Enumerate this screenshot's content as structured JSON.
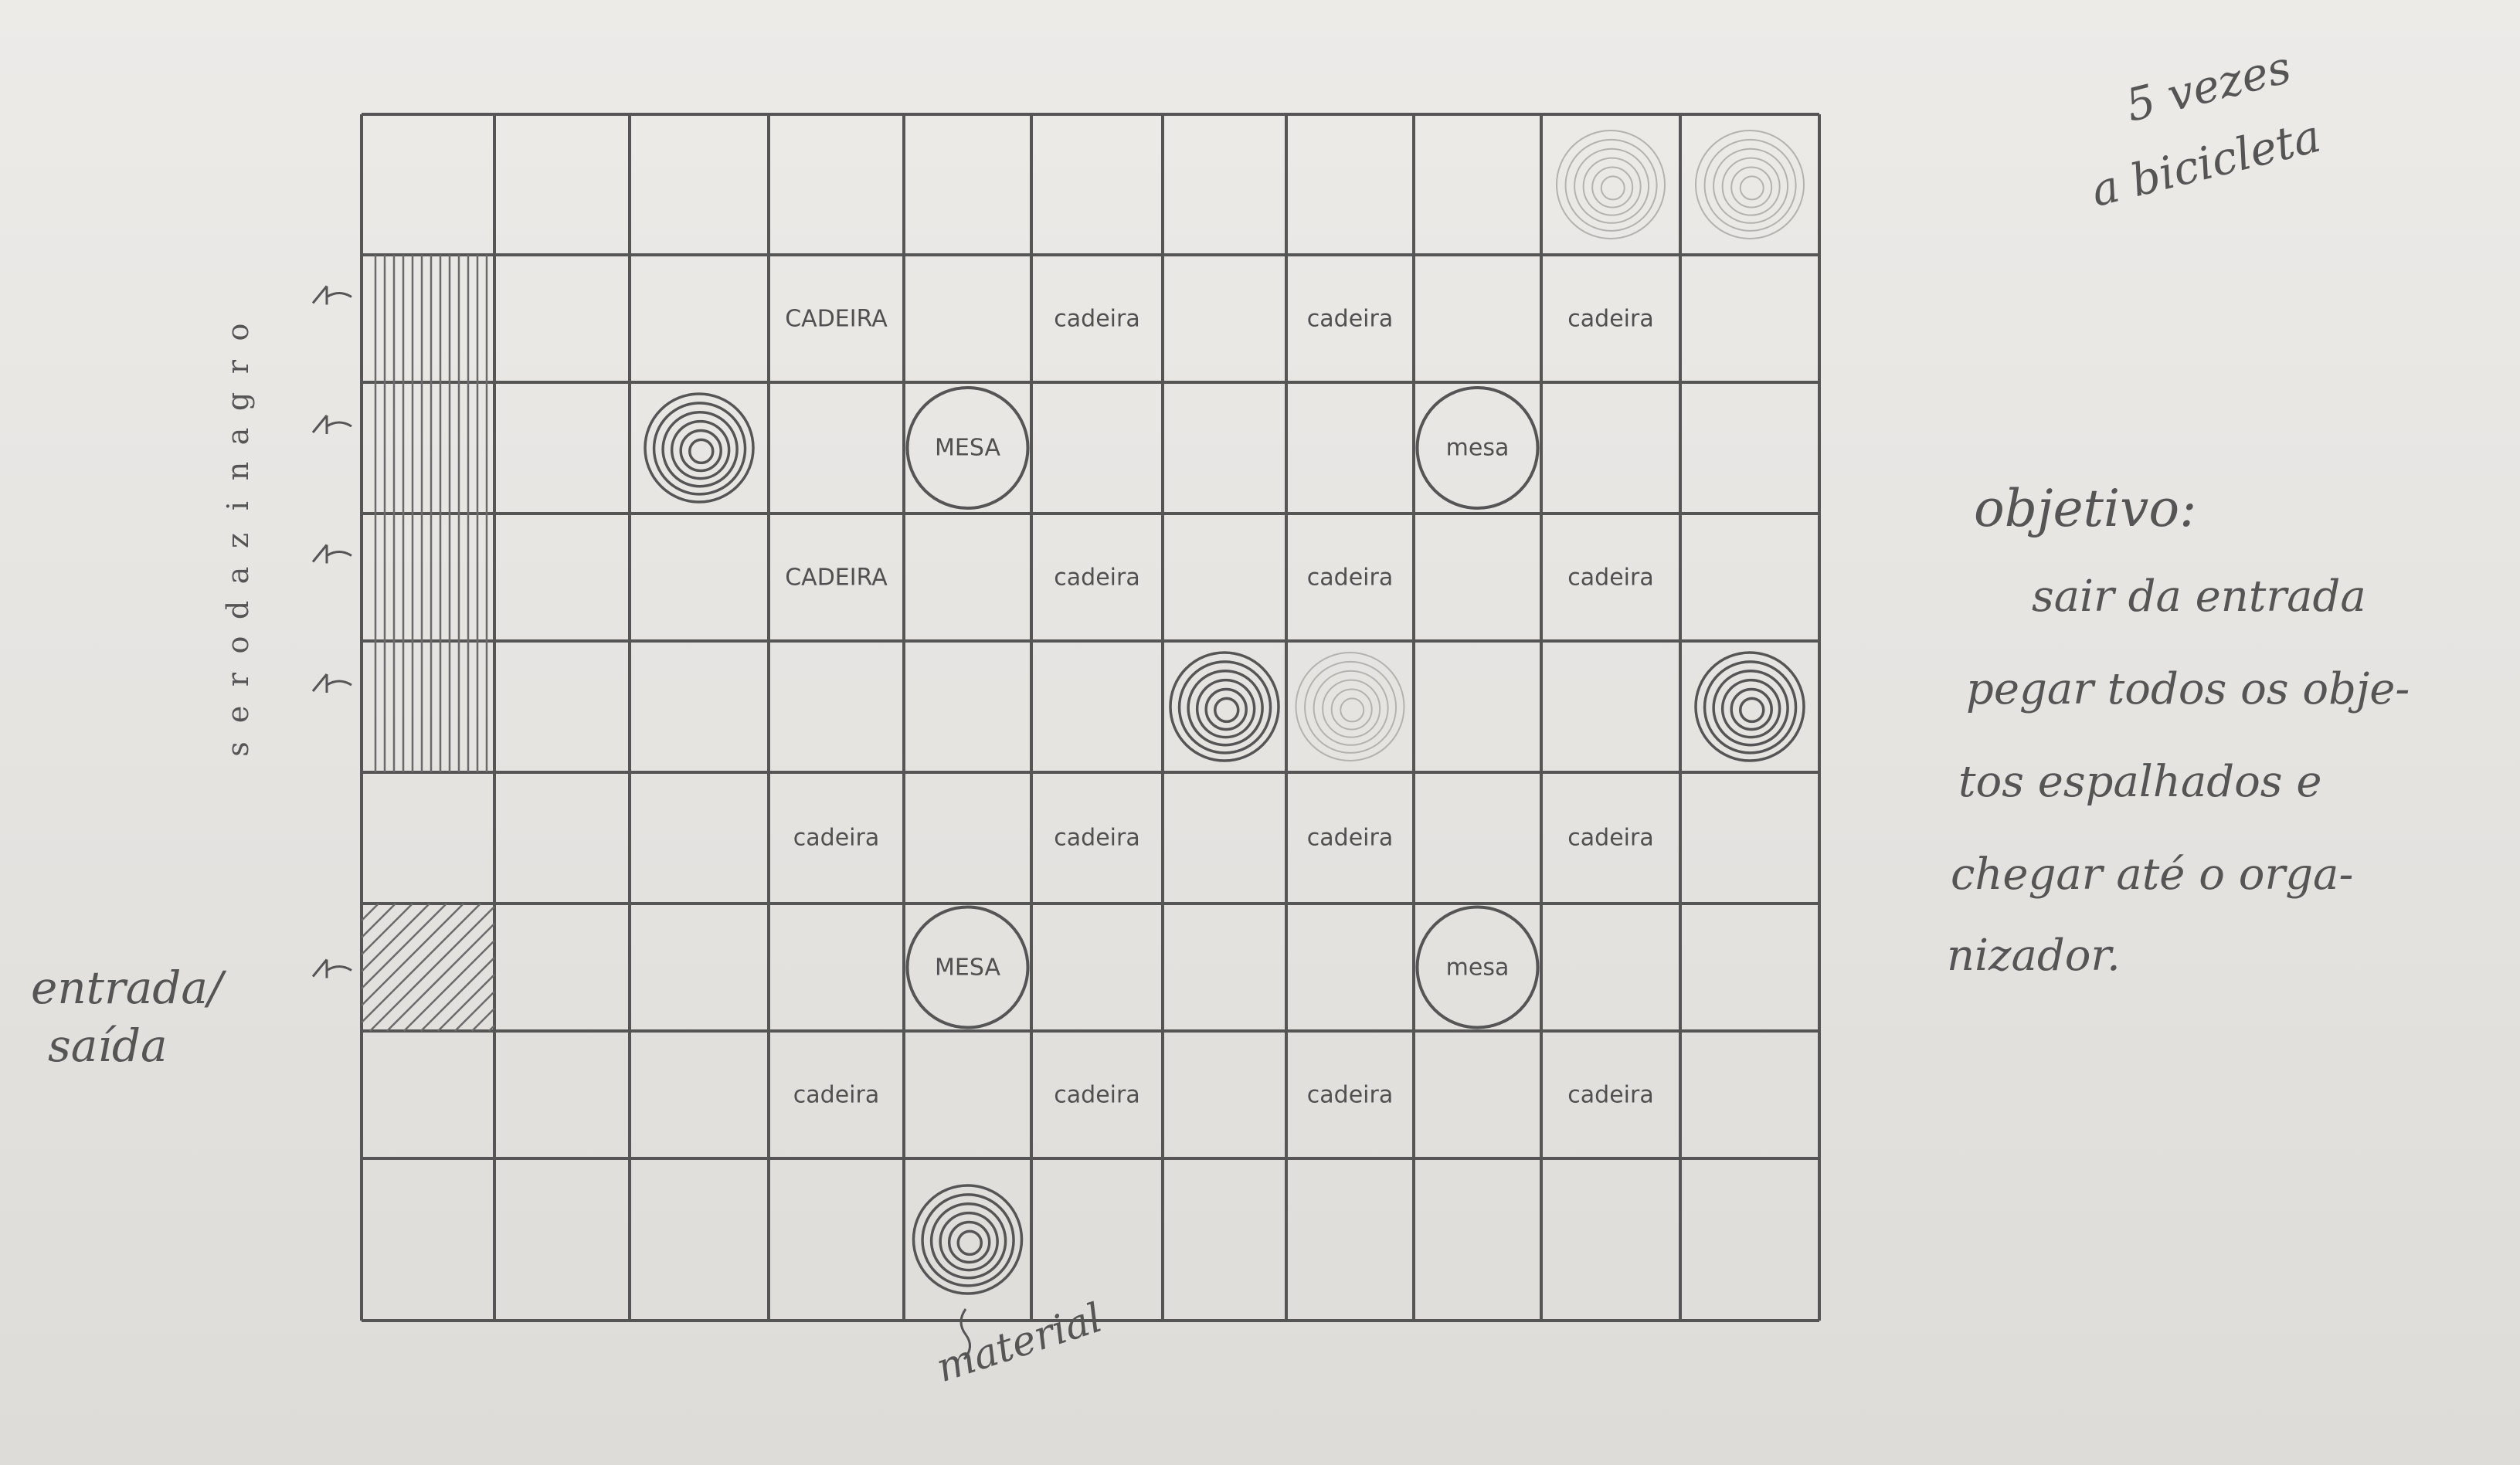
{
  "grid": {
    "columns": 11,
    "rows": 9
  },
  "cells": [
    {
      "row": 1,
      "col": 3,
      "kind": "label",
      "text": "CADEIRA"
    },
    {
      "row": 1,
      "col": 5,
      "kind": "label",
      "text": "cadeira"
    },
    {
      "row": 1,
      "col": 7,
      "kind": "label",
      "text": "cadeira"
    },
    {
      "row": 1,
      "col": 9,
      "kind": "label",
      "text": "cadeira"
    },
    {
      "row": 2,
      "col": 2,
      "kind": "spiral"
    },
    {
      "row": 2,
      "col": 4,
      "kind": "mesa",
      "text": "MESA"
    },
    {
      "row": 2,
      "col": 8,
      "kind": "mesa",
      "text": "mesa"
    },
    {
      "row": 3,
      "col": 3,
      "kind": "label",
      "text": "CADEIRA"
    },
    {
      "row": 3,
      "col": 5,
      "kind": "label",
      "text": "cadeira"
    },
    {
      "row": 3,
      "col": 7,
      "kind": "label",
      "text": "cadeira"
    },
    {
      "row": 3,
      "col": 9,
      "kind": "label",
      "text": "cadeira"
    },
    {
      "row": 4,
      "col": 6,
      "kind": "spiral"
    },
    {
      "row": 4,
      "col": 10,
      "kind": "spiral"
    },
    {
      "row": 5,
      "col": 3,
      "kind": "label",
      "text": "cadeira"
    },
    {
      "row": 5,
      "col": 5,
      "kind": "label",
      "text": "cadeira"
    },
    {
      "row": 5,
      "col": 7,
      "kind": "label",
      "text": "cadeira"
    },
    {
      "row": 5,
      "col": 9,
      "kind": "label",
      "text": "cadeira"
    },
    {
      "row": 6,
      "col": 4,
      "kind": "mesa",
      "text": "MESA"
    },
    {
      "row": 6,
      "col": 8,
      "kind": "mesa",
      "text": "mesa"
    },
    {
      "row": 7,
      "col": 3,
      "kind": "label",
      "text": "cadeira"
    },
    {
      "row": 7,
      "col": 5,
      "kind": "label",
      "text": "cadeira"
    },
    {
      "row": 7,
      "col": 7,
      "kind": "label",
      "text": "cadeira"
    },
    {
      "row": 7,
      "col": 9,
      "kind": "label",
      "text": "cadeira"
    },
    {
      "row": 8,
      "col": 4,
      "kind": "spiral"
    },
    {
      "row": 0,
      "col": 9,
      "kind": "faint-spiral"
    },
    {
      "row": 0,
      "col": 10,
      "kind": "faint-spiral"
    },
    {
      "row": 4,
      "col": 7,
      "kind": "faint-spiral"
    }
  ],
  "zones": {
    "organizers": {
      "col": 0,
      "row_start": 1,
      "row_end": 4
    },
    "entrance": {
      "col": 0,
      "row": 6
    }
  },
  "arrow_rows": [
    1,
    2,
    3,
    4,
    6
  ],
  "organizers_label": [
    "o",
    "r",
    "g",
    "a",
    "n",
    "i",
    "z",
    "a",
    "d",
    "o",
    "r",
    "e",
    "s"
  ],
  "notes": {
    "entrance": "entrada/",
    "exit": "saída",
    "material": "material",
    "rounds": "5 vezes",
    "bicycle": "a bicicleta"
  },
  "objective": {
    "title": "objetivo:",
    "lines": [
      "sair da entrada",
      "pegar todos os obje-",
      "tos espalhados e",
      "chegar até o orga-",
      "nizador."
    ]
  }
}
